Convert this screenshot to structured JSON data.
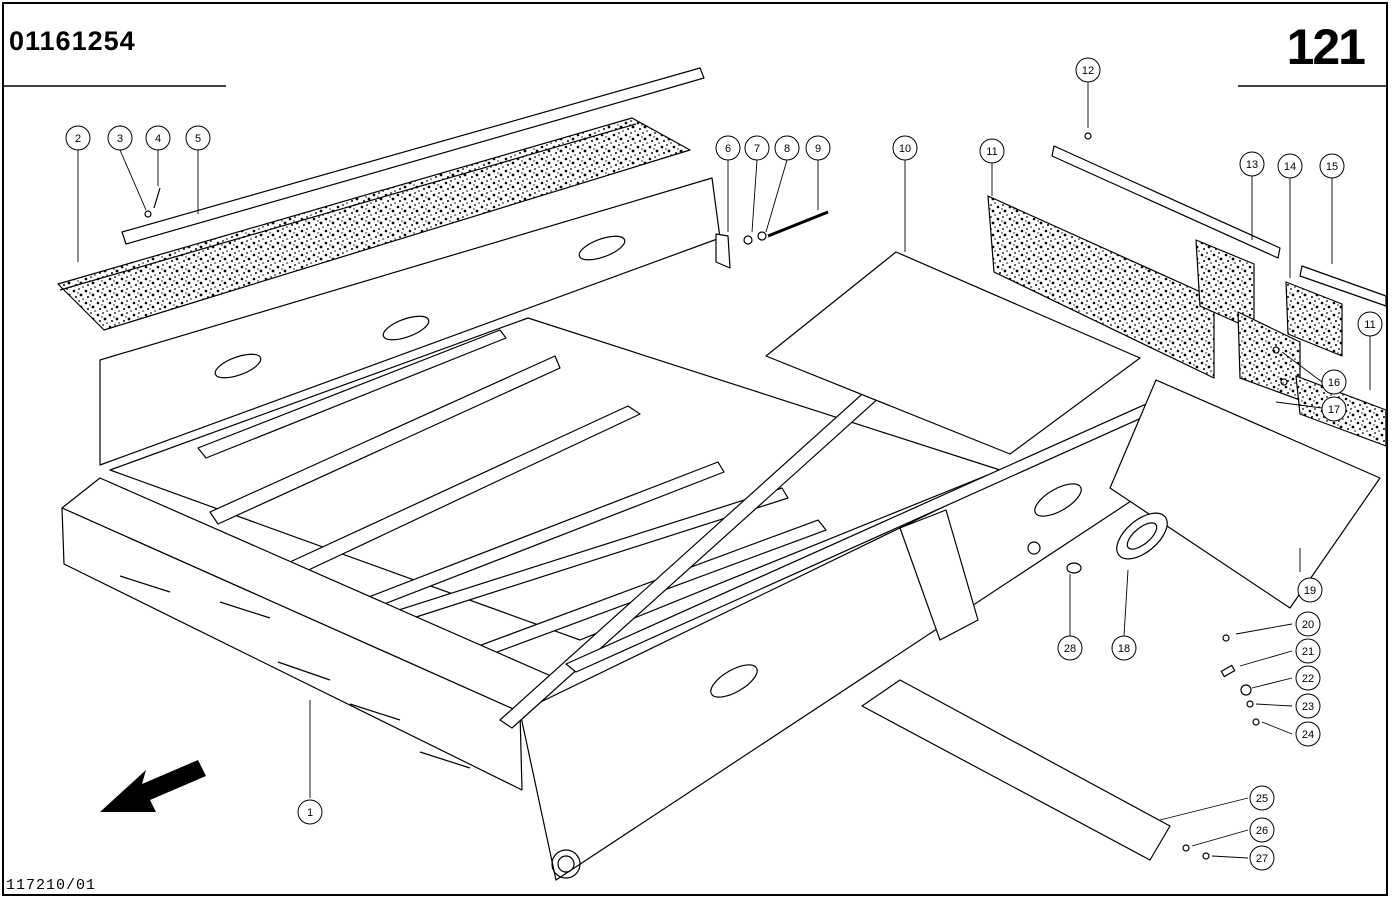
{
  "header": {
    "doc_number": "01161254",
    "page_number": "121"
  },
  "footer": {
    "ref_code": "117210/01"
  },
  "callouts": [
    "1",
    "2",
    "3",
    "4",
    "5",
    "6",
    "7",
    "8",
    "9",
    "10",
    "11",
    "11",
    "12",
    "13",
    "14",
    "15",
    "16",
    "17",
    "18",
    "19",
    "20",
    "21",
    "22",
    "23",
    "24",
    "25",
    "26",
    "27",
    "28"
  ],
  "icons": {
    "direction": "arrow-down-left-icon"
  }
}
